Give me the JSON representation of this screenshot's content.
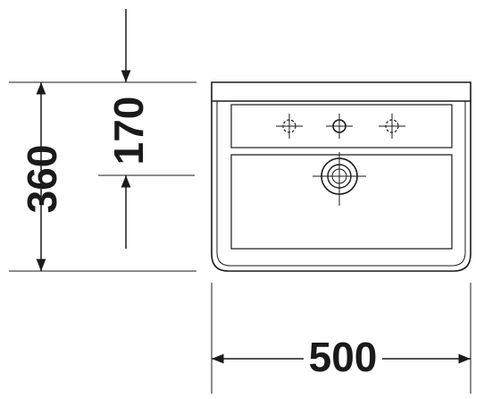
{
  "drawing": {
    "dimensions": {
      "depth": "360",
      "tap_offset": "170",
      "width": "500"
    },
    "colors": {
      "line": "#1a1a1a",
      "background": "#ffffff"
    }
  }
}
